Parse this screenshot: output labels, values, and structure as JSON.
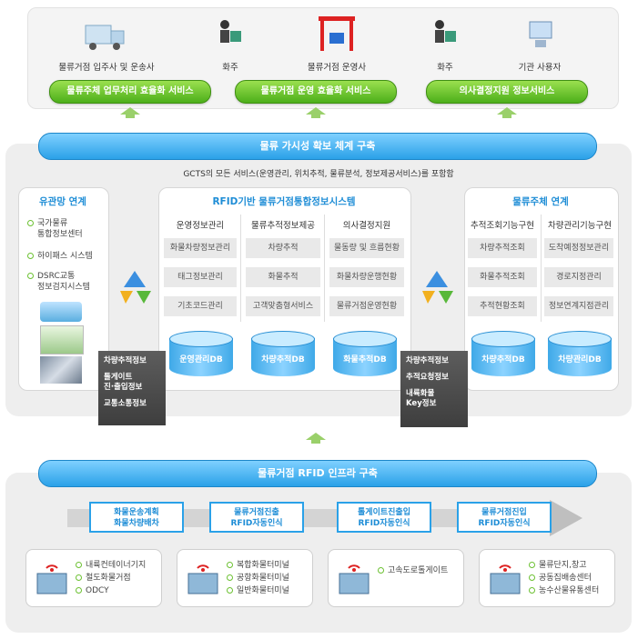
{
  "top": {
    "actors": [
      "물류거점 입주사 및 운송사",
      "화주",
      "물류거점 운영사",
      "화주",
      "기관 사용자"
    ],
    "services": [
      "물류주체 업무처리 효율화 서비스",
      "물류거점 운영 효율화 서비스",
      "의사결정지원 정보서비스"
    ]
  },
  "visibility_bar": "물류 가시성 확보 체계 구축",
  "gcts_note": "GCTS의 모든 서비스(운영관리, 위치추적, 물류분석, 정보제공서비스)를 포함함",
  "left_panel": {
    "title": "유관망 연계",
    "items": [
      "국가물류\n통합정보센터",
      "하이패스 시스템",
      "DSRC교통\n정보검지시스템"
    ]
  },
  "center_panel": {
    "title": "RFID기반 물류거점통합정보시스템",
    "columns": [
      {
        "head": "운영정보관리",
        "items": [
          "화물차량정보관리",
          "태그정보관리",
          "기초코드관리"
        ],
        "db": "운영관리DB"
      },
      {
        "head": "물류추적정보제공",
        "items": [
          "차량추적",
          "화물추적",
          "고객맞춤형서비스"
        ],
        "db": "차량추적DB"
      },
      {
        "head": "의사결정지원",
        "items": [
          "물동량 및 흐름현황",
          "화물차량운행현황",
          "물류거점운영현황"
        ],
        "db": "화물추적DB"
      }
    ]
  },
  "right_panel": {
    "title": "물류주체 연계",
    "columns": [
      {
        "head": "추적조회기능구현",
        "items": [
          "차량추적조회",
          "화물추적조회",
          "추적현황조회"
        ],
        "db": "차량추적DB"
      },
      {
        "head": "차량관리기능구현",
        "items": [
          "도착예정정보관리",
          "경로지정관리",
          "정보연계지점관리"
        ],
        "db": "차량관리DB"
      }
    ]
  },
  "left_dark_box": [
    "차량추적정보",
    "톨게이트\n진·출입정보",
    "교통소통정보"
  ],
  "right_dark_box": [
    "차량추적정보",
    "추적요청정보",
    "내륙화물\nKey정보"
  ],
  "rfid_bar": "물류거점 RFID 인프라 구축",
  "flow": [
    "화물운송계획\n화물차량배차",
    "물류거점진출\nRFID자동인식",
    "톨게이트진출입\nRFID자동인식",
    "물류거점진입\nRFID자동인식"
  ],
  "bottom_cards": [
    [
      "내륙컨테이너기지",
      "철도화물거점",
      "ODCY"
    ],
    [
      "복합화물터미널",
      "공항화물터미널",
      "일반화물터미널"
    ],
    [
      "고속도로톨게이트"
    ],
    [
      "물류단지,창고",
      "공동집배송센터",
      "농수산물유통센터"
    ]
  ],
  "colors": {
    "green": "#4caf1a",
    "blue": "#2aa1e8",
    "title_blue": "#1e8dd6",
    "panel": "#eeeeee"
  }
}
